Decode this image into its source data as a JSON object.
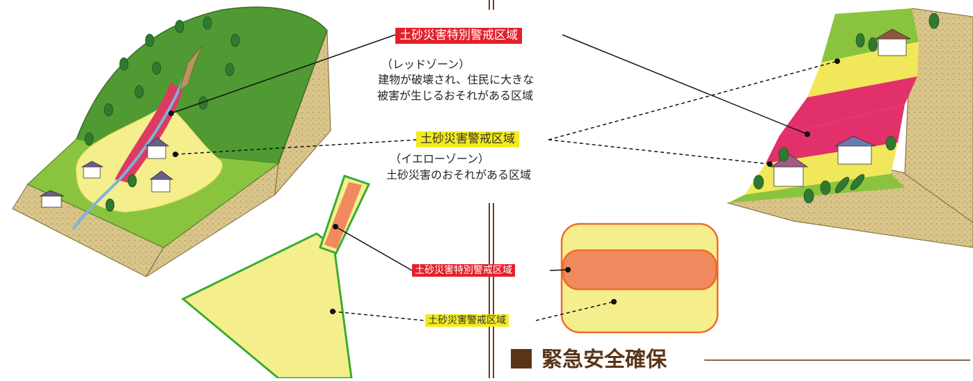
{
  "zones": {
    "special": {
      "label": "土砂災害特別警戒区域",
      "sub": "（レッドゾーン）",
      "desc_line1": "建物が破壊され、住民に大きな",
      "desc_line2": "被害が生じるおそれがある区域",
      "color": "#e3202a"
    },
    "warning": {
      "label": "土砂災害警戒区域",
      "sub": "（イエローゾーン）",
      "desc_line1": "土砂災害のおそれがある区域",
      "color": "#f2ea1c"
    }
  },
  "small_labels": {
    "special": "土砂災害特別警戒区域",
    "warning": "土砂災害警戒区域"
  },
  "heading": {
    "text": "緊急安全確保",
    "color": "#5a3417"
  },
  "colors": {
    "yellow_zone": "#f4ef8c",
    "red_zone": "#dd3a60",
    "orange_zone": "#f08a5e",
    "grass": "#8ac43f",
    "soil": "#d9c48a",
    "divider": "#6b3d1e"
  }
}
